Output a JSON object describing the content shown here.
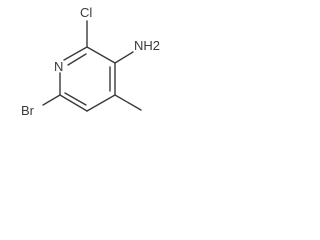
{
  "molecule": {
    "atoms": {
      "cl": "Cl",
      "nh2": "NH2",
      "n": "N",
      "br": "Br"
    }
  }
}
